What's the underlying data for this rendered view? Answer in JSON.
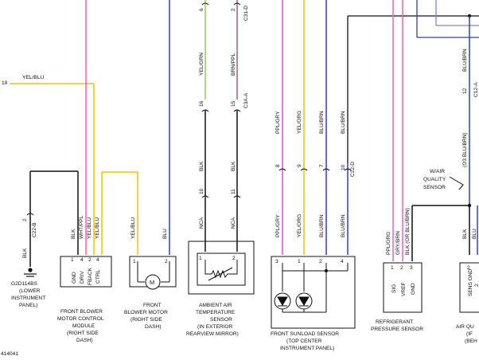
{
  "diagram": {
    "left": {
      "pin_19": "19",
      "wire_yel_blu": "YEL/BLU",
      "c22b_conn": "C22-B",
      "c22b_pin": "2",
      "c22b_wire": "BLK",
      "ground_label": [
        "G2D114BS",
        "(LOWER",
        "INSTRUMENT",
        "PANEL)"
      ],
      "g2d_title": "G2D114BS",
      "blower_control_pin_nums": [
        "1",
        "4",
        "2",
        "4"
      ],
      "blower_control_pins": [
        "GND",
        "DRIV",
        "FBACK",
        "CTRL"
      ],
      "blower_control_wires": [
        "BLK",
        "WHT/PPL",
        "YEL/BLU",
        "YEL/BLU"
      ],
      "blower_control_label": [
        "FRONT BLOWER",
        "MOTOR CONTROL",
        "MODULE",
        "(RIGHT SIDE",
        "DASH)"
      ],
      "blower_motor_pins": [
        "1",
        "2"
      ],
      "blower_motor_wires": [
        "YEL/BLU",
        "BLU"
      ],
      "blower_motor_symbol": "M",
      "blower_motor_label": [
        "FRONT",
        "BLOWER MOTOR",
        "(RIGHT SIDE",
        "DASH)"
      ]
    },
    "ambient": {
      "top_pins": [
        "6",
        "2"
      ],
      "top_wires": [
        "YEL/GRN",
        "BRN/PPL"
      ],
      "c31d": "C31-D",
      "mid_pins": [
        "16",
        "15"
      ],
      "c3aa": "C3A-A",
      "mid_wires": [
        "BLK",
        "BLK"
      ],
      "lower_pins": [
        "10",
        "11"
      ],
      "nca": [
        "NCA",
        "NCA"
      ],
      "sensor_pins": [
        "1",
        "2"
      ],
      "label": [
        "AMBIENT AIR",
        "TEMPERATURE",
        "SENSOR",
        "(IN EXTERIOR",
        "REARVIEW MIRROR)"
      ]
    },
    "sunload": {
      "upper_wires": [
        "PPL/GRY",
        "YEL/ORG",
        "BLU/BRN",
        "BLU/BRN"
      ],
      "pins": [
        "8",
        "9",
        "7",
        "10"
      ],
      "c22d": "C22-D",
      "lower_wires": [
        "PPL/GRY",
        "YEL/ORG",
        "BLU/BRN",
        "BLU/BRN"
      ],
      "sensor_pins": [
        "3",
        "1",
        "2",
        "4"
      ],
      "label": [
        "FRONT SUNLOAD SENSOR",
        "(TOP CENTER",
        "INSTRUMENT PANEL)"
      ]
    },
    "refrigerant": {
      "wires": [
        "PPL/ORG",
        "GRY/BRN",
        "BLK  (OR BLU/BRN)"
      ],
      "pins": [
        "1",
        "2",
        "3"
      ],
      "pin_names": [
        "SIG",
        "VREF",
        "GND"
      ],
      "label": [
        "REFRIGERANT",
        "PRESSURE SENSOR"
      ]
    },
    "right": {
      "top_wire": "BLU/BRN",
      "c12a_pin": "12",
      "c12a": "C12-A",
      "wire_o3": "(O3 BLU/BRN)",
      "note": [
        "W/AIR",
        "QUALITY",
        "SENSOR"
      ],
      "lower_wires": [
        "BLK",
        "BLU"
      ],
      "c12_pin": "2",
      "pin_names": [
        "SENS GND",
        "2"
      ],
      "label": [
        "AIR QU",
        "(IF",
        "(BEH"
      ]
    },
    "figure_id": "414041"
  },
  "colors": {
    "yellow": "#f2c100",
    "pink": "#ff5ab4",
    "magenta": "#e14be1",
    "blue": "#2a3cd8",
    "green": "#8fd34a",
    "brown_purple": "#9a5a86",
    "black": "#101010",
    "bluish": "#7a86d6"
  }
}
